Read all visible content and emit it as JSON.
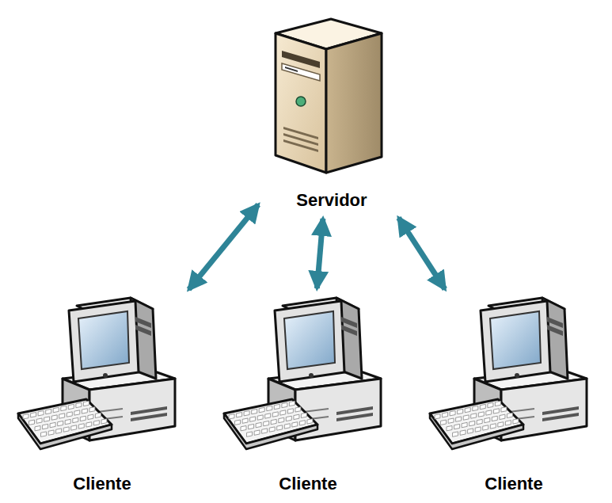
{
  "diagram": {
    "nodes": [
      {
        "text": [
          "Servidor"
        ]
      },
      {
        "text": [
          "Cliente"
        ]
      },
      {
        "text": [
          "Cliente"
        ]
      },
      {
        "text": [
          "Cliente"
        ]
      }
    ],
    "edges": [
      {
        "from": 0,
        "to": 1,
        "arrow": "both"
      },
      {
        "from": 0,
        "to": 2,
        "arrow": "both"
      },
      {
        "from": 0,
        "to": 3,
        "arrow": "both"
      }
    ]
  }
}
